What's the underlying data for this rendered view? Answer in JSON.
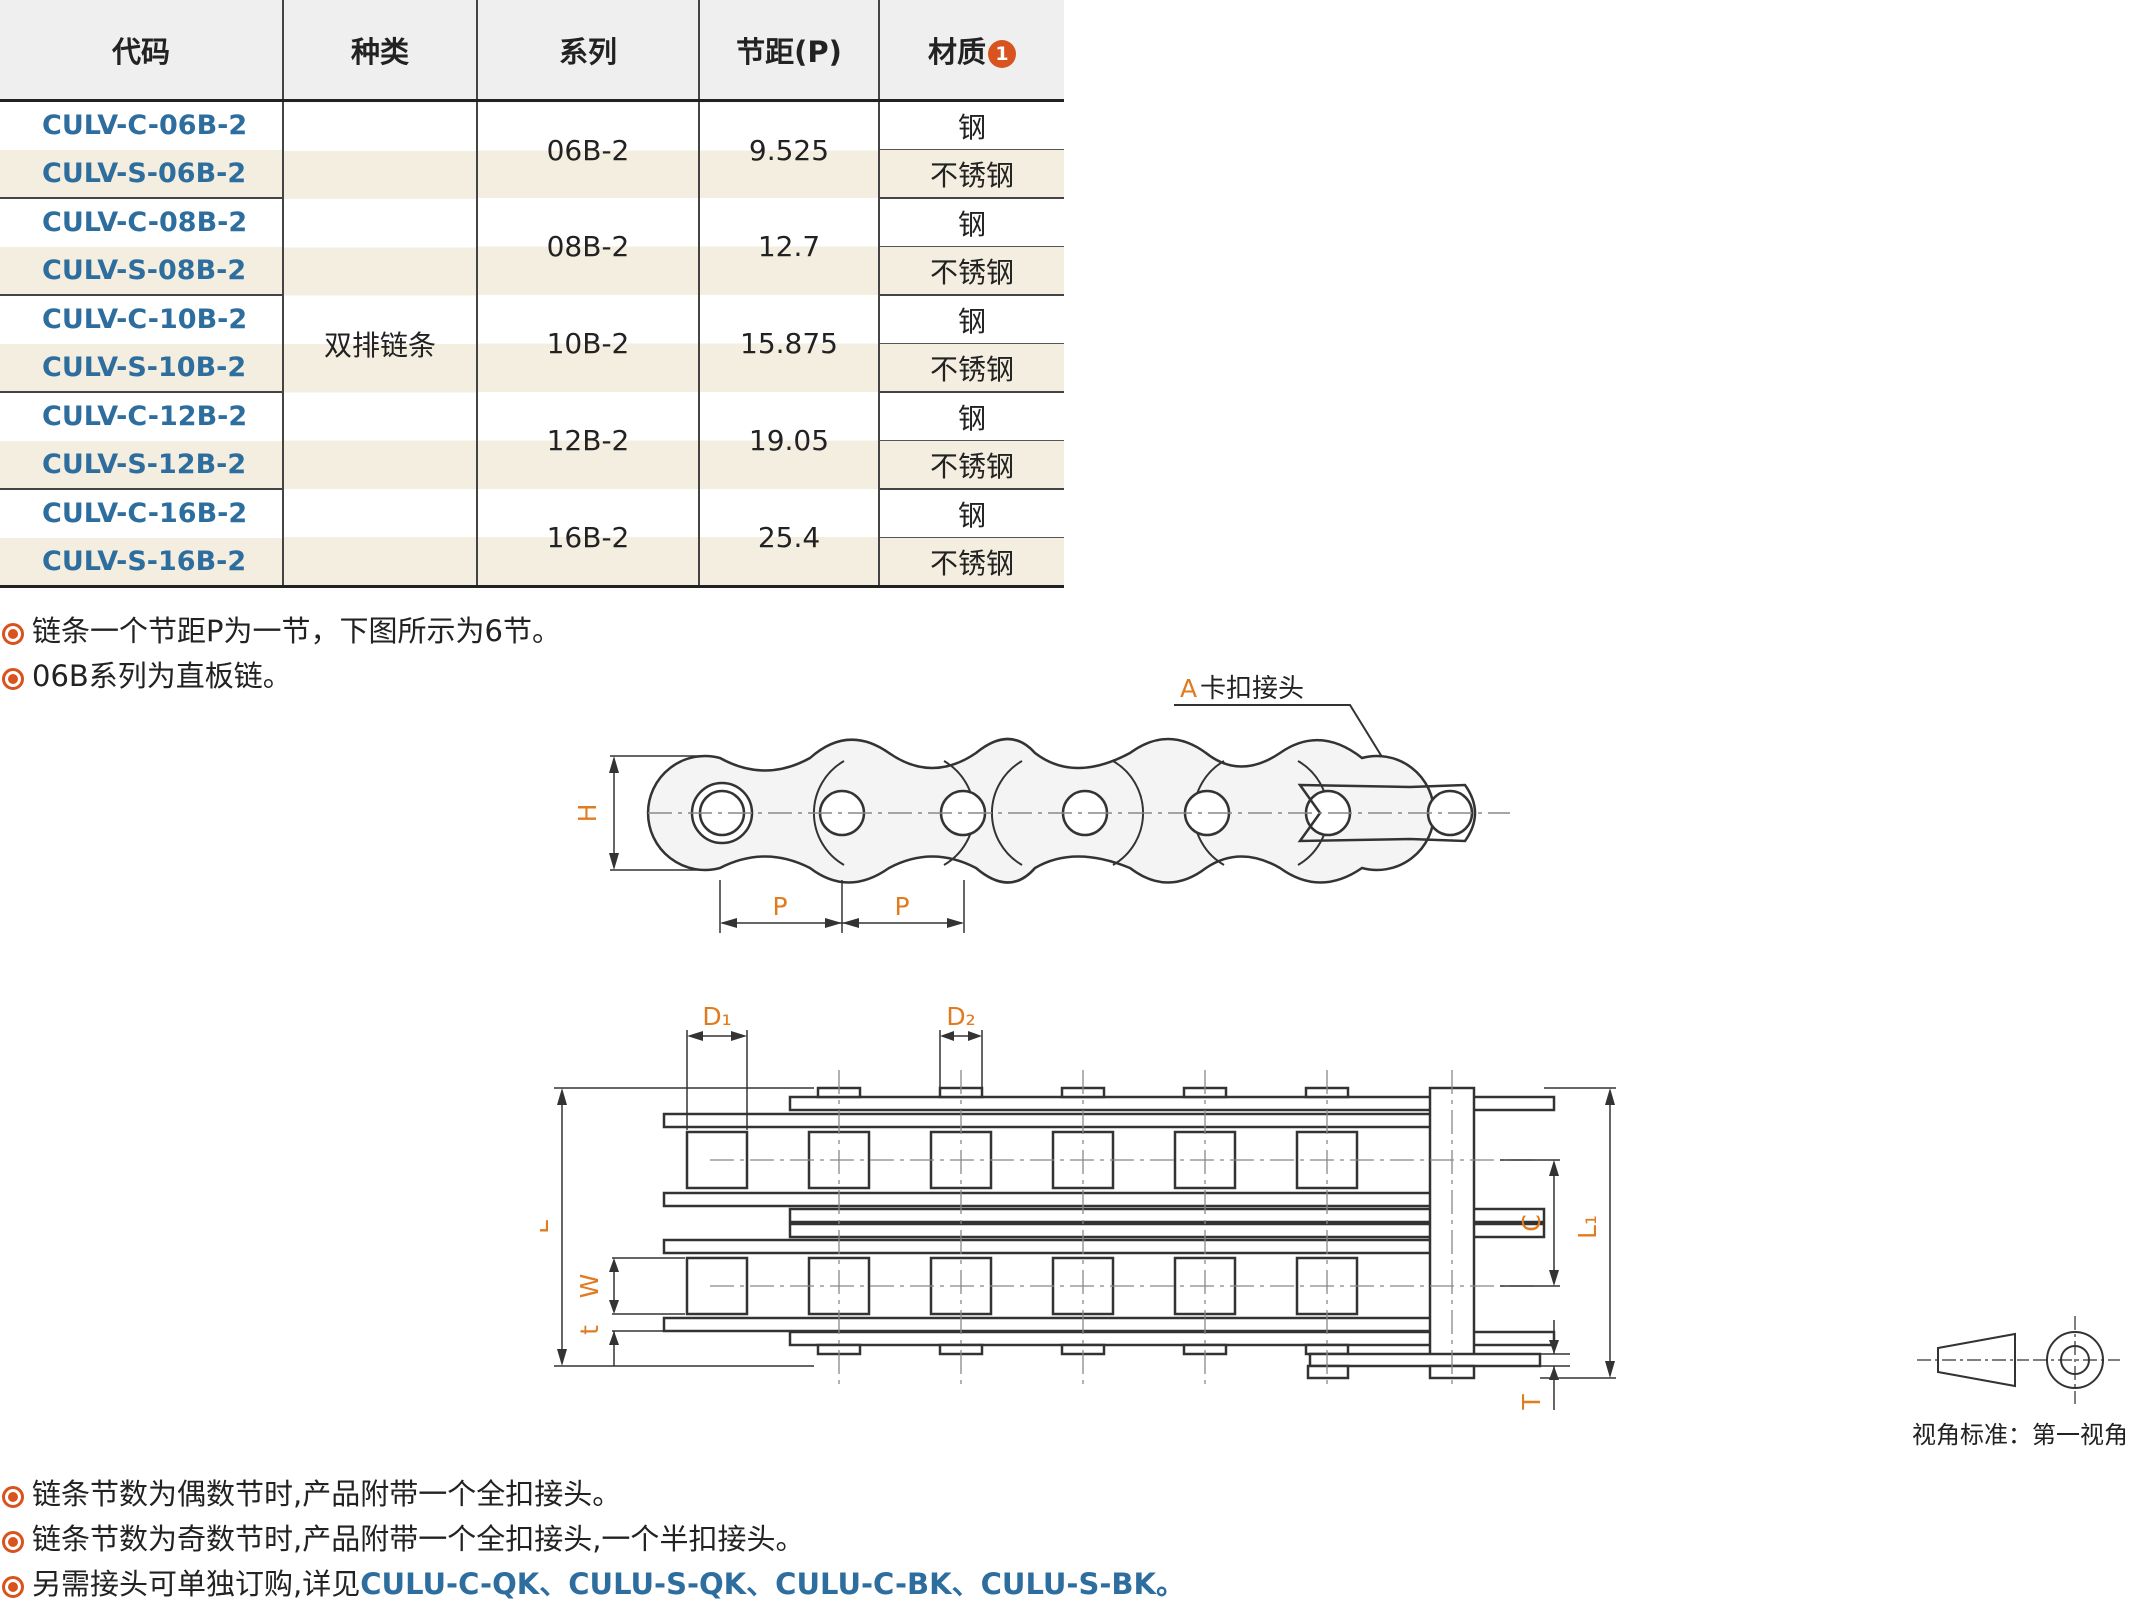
{
  "table": {
    "headers": {
      "code": "代码",
      "type": "种类",
      "series": "系列",
      "pitch": "节距(P)",
      "material": "材质",
      "material_badge": "1"
    },
    "type_value": "双排链条",
    "groups": [
      {
        "series": "06B-2",
        "pitch": "9.525",
        "rows": [
          {
            "code": "CULV-C-06B-2",
            "material": "钢"
          },
          {
            "code": "CULV-S-06B-2",
            "material": "不锈钢"
          }
        ]
      },
      {
        "series": "08B-2",
        "pitch": "12.7",
        "rows": [
          {
            "code": "CULV-C-08B-2",
            "material": "钢"
          },
          {
            "code": "CULV-S-08B-2",
            "material": "不锈钢"
          }
        ]
      },
      {
        "series": "10B-2",
        "pitch": "15.875",
        "rows": [
          {
            "code": "CULV-C-10B-2",
            "material": "钢"
          },
          {
            "code": "CULV-S-10B-2",
            "material": "不锈钢"
          }
        ]
      },
      {
        "series": "12B-2",
        "pitch": "19.05",
        "rows": [
          {
            "code": "CULV-C-12B-2",
            "material": "钢"
          },
          {
            "code": "CULV-S-12B-2",
            "material": "不锈钢"
          }
        ]
      },
      {
        "series": "16B-2",
        "pitch": "25.4",
        "rows": [
          {
            "code": "CULV-C-16B-2",
            "material": "钢"
          },
          {
            "code": "CULV-S-16B-2",
            "material": "不锈钢"
          }
        ]
      }
    ]
  },
  "notes": {
    "top": [
      "链条一个节距P为一节，下图所示为6节。",
      "06B系列为直板链。"
    ],
    "bottom1": "链条节数为偶数节时,产品附带一个全扣接头。",
    "bottom2": "链条节数为奇数节时,产品附带一个全扣接头,一个半扣接头。",
    "bottom3_prefix": "另需接头可单独订购,详见",
    "bottom3_codes": [
      "CULU-C-QK",
      "CULU-S-QK",
      "CULU-C-BK",
      "CULU-S-BK"
    ],
    "sep": "、",
    "end": "。"
  },
  "drawing_top": {
    "callout_letter": "A",
    "callout_text": "卡扣接头",
    "dim_h": "H",
    "dim_p": "P"
  },
  "drawing_bottom": {
    "dim_d1": "D₁",
    "dim_d2": "D₂",
    "dim_l": "L",
    "dim_w": "W",
    "dim_t_small": "t",
    "dim_c": "C",
    "dim_l1": "L₁",
    "dim_t_big": "T"
  },
  "projection": {
    "label": "视角标准：第一视角"
  },
  "colors": {
    "accent": "#d9531e",
    "code_blue": "#2e6e9e",
    "dim_orange": "#e07b1f",
    "row_tint": "#f4eee0"
  }
}
